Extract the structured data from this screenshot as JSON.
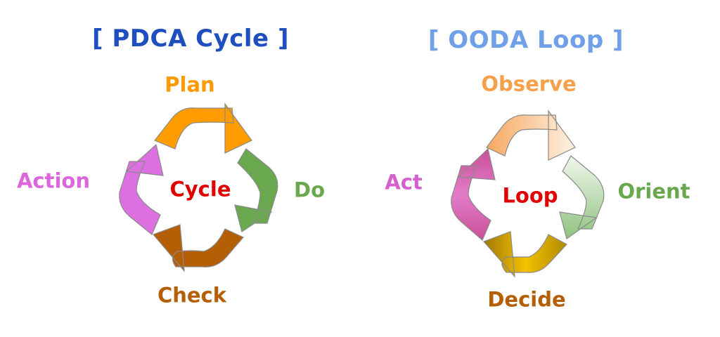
{
  "pdca": {
    "title": "[ PDCA Cycle ]",
    "center": "Cycle",
    "steps": [
      {
        "label": "Plan",
        "color": "#ff9900"
      },
      {
        "label": "Do",
        "color": "#6aa84f"
      },
      {
        "label": "Check",
        "color": "#b45f06"
      },
      {
        "label": "Action",
        "color": "#dd66dd"
      }
    ],
    "title_color": "#1f4fbf",
    "center_color": "#e00000"
  },
  "ooda": {
    "title": "[ OODA Loop ]",
    "center": "Loop",
    "steps": [
      {
        "label": "Observe",
        "color": "#f6a04a"
      },
      {
        "label": "Orient",
        "color": "#6aa84f"
      },
      {
        "label": "Decide",
        "color": "#b45f06"
      },
      {
        "label": "Act",
        "color": "#d55fcf"
      }
    ],
    "title_color": "#6fa0e8",
    "center_color": "#e00000"
  }
}
